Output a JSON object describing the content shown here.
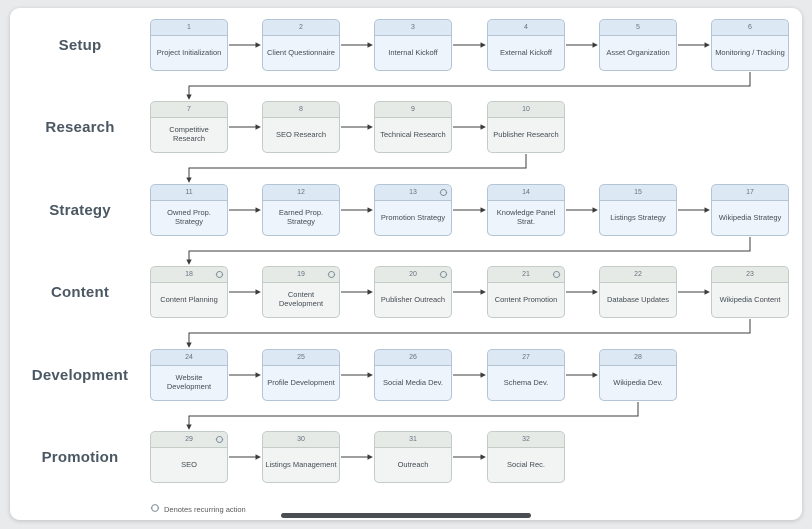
{
  "page": {
    "background": "#e9eaec",
    "card_background": "#ffffff"
  },
  "theme": {
    "blue": {
      "header": "#dce9f5",
      "body": "#edf4fb",
      "border": "#b3c4d4"
    },
    "gray": {
      "header": "#e5eae7",
      "body": "#f1f4f2",
      "border": "#c4ccc7"
    },
    "arrow": "#3d3d3d",
    "icon": "#8493a0",
    "row_label_color": "#4b5863"
  },
  "legend": {
    "icon": "recurring-icon",
    "label": "Denotes recurring action"
  },
  "rows": [
    {
      "label": "Setup",
      "style": "blue",
      "boxes": [
        {
          "num": "1",
          "label": "Project Initialization",
          "recurring": false
        },
        {
          "num": "2",
          "label": "Client Questionnaire",
          "recurring": false
        },
        {
          "num": "3",
          "label": "Internal Kickoff",
          "recurring": false
        },
        {
          "num": "4",
          "label": "External Kickoff",
          "recurring": false
        },
        {
          "num": "5",
          "label": "Asset Organization",
          "recurring": false
        },
        {
          "num": "6",
          "label": "Monitoring / Tracking",
          "recurring": false
        }
      ]
    },
    {
      "label": "Research",
      "style": "gray",
      "boxes": [
        {
          "num": "7",
          "label": "Competitive Research",
          "recurring": false
        },
        {
          "num": "8",
          "label": "SEO Research",
          "recurring": false
        },
        {
          "num": "9",
          "label": "Technical Research",
          "recurring": false
        },
        {
          "num": "10",
          "label": "Publisher Research",
          "recurring": false
        }
      ]
    },
    {
      "label": "Strategy",
      "style": "blue",
      "boxes": [
        {
          "num": "11",
          "label": "Owned Prop. Strategy",
          "recurring": false
        },
        {
          "num": "12",
          "label": "Earned Prop. Strategy",
          "recurring": false
        },
        {
          "num": "13",
          "label": "Promotion Strategy",
          "recurring": true
        },
        {
          "num": "14",
          "label": "Knowledge Panel Strat.",
          "recurring": false
        },
        {
          "num": "15",
          "label": "Listings Strategy",
          "recurring": false
        },
        {
          "num": "17",
          "label": "Wikipedia Strategy",
          "recurring": false
        }
      ]
    },
    {
      "label": "Content",
      "style": "gray",
      "boxes": [
        {
          "num": "18",
          "label": "Content Planning",
          "recurring": true
        },
        {
          "num": "19",
          "label": "Content Development",
          "recurring": true
        },
        {
          "num": "20",
          "label": "Publisher Outreach",
          "recurring": true
        },
        {
          "num": "21",
          "label": "Content Promotion",
          "recurring": true
        },
        {
          "num": "22",
          "label": "Database Updates",
          "recurring": false
        },
        {
          "num": "23",
          "label": "Wikipedia Content",
          "recurring": false
        }
      ]
    },
    {
      "label": "Development",
      "style": "blue",
      "boxes": [
        {
          "num": "24",
          "label": "Website Development",
          "recurring": false
        },
        {
          "num": "25",
          "label": "Profile Development",
          "recurring": false
        },
        {
          "num": "26",
          "label": "Social Media Dev.",
          "recurring": false
        },
        {
          "num": "27",
          "label": "Schema Dev.",
          "recurring": false
        },
        {
          "num": "28",
          "label": "Wikipedia Dev.",
          "recurring": false
        }
      ]
    },
    {
      "label": "Promotion",
      "style": "gray",
      "boxes": [
        {
          "num": "29",
          "label": "SEO",
          "recurring": true
        },
        {
          "num": "30",
          "label": "Listings Management",
          "recurring": false
        },
        {
          "num": "31",
          "label": "Outreach",
          "recurring": false
        },
        {
          "num": "32",
          "label": "Social Rec.",
          "recurring": false
        }
      ]
    }
  ]
}
